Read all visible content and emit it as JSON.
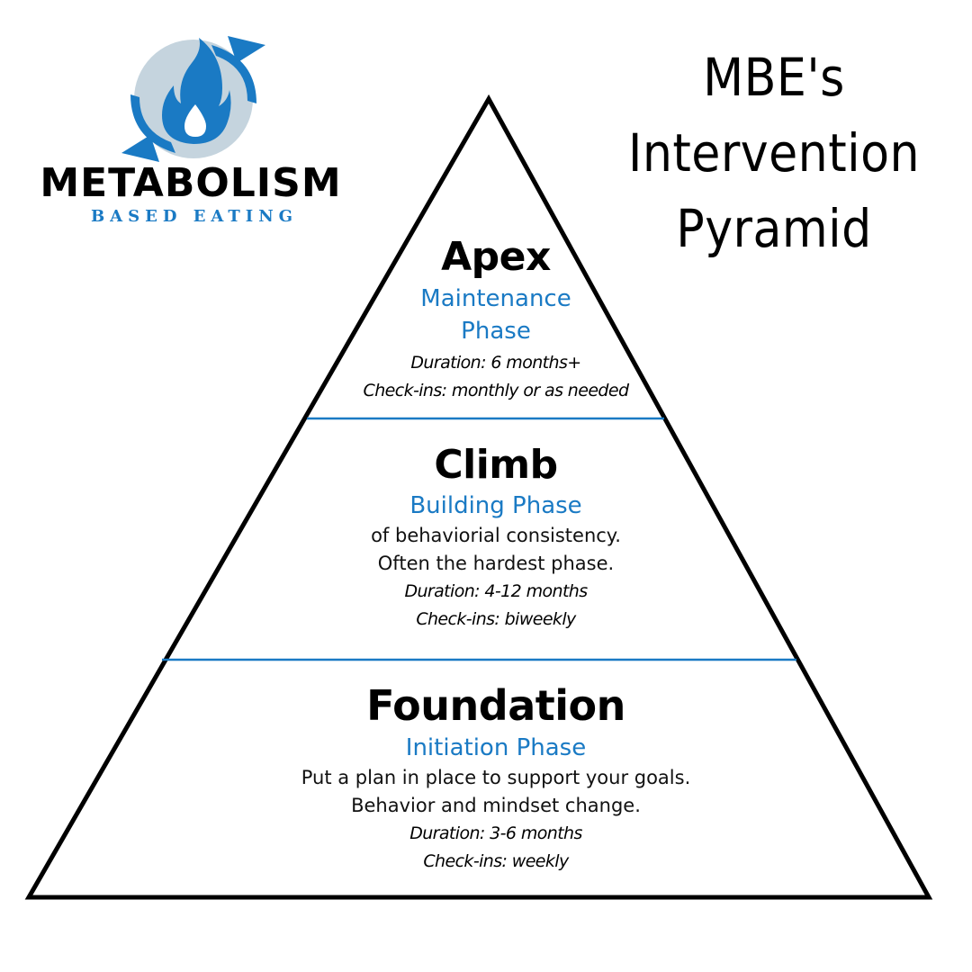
{
  "colors": {
    "accent": "#1a7ac4",
    "logo_circle": "#c5d4de",
    "outline": "#000000",
    "background": "#ffffff"
  },
  "logo": {
    "icon": "flame-cycle-icon",
    "wordmark": "METABOLISM",
    "tagline": "BASED EATING"
  },
  "title": {
    "lines": [
      "MBE's",
      "Intervention",
      "Pyramid"
    ]
  },
  "tiers": [
    {
      "name": "Apex",
      "phase_lines": [
        "Maintenance",
        "Phase"
      ],
      "description_lines": [],
      "duration": "Duration: 6 months+",
      "checkins": "Check-ins: monthly or as needed"
    },
    {
      "name": "Climb",
      "phase_lines": [
        "Building Phase"
      ],
      "description_lines": [
        "of behaviorial consistency.",
        "Often the hardest phase."
      ],
      "duration": "Duration: 4-12 months",
      "checkins": "Check-ins: biweekly"
    },
    {
      "name": "Foundation",
      "phase_lines": [
        "Initiation Phase"
      ],
      "description_lines": [
        "Put a plan in place to support your goals.",
        "Behavior and mindset change."
      ],
      "duration": "Duration: 3-6 months",
      "checkins": "Check-ins: weekly"
    }
  ]
}
